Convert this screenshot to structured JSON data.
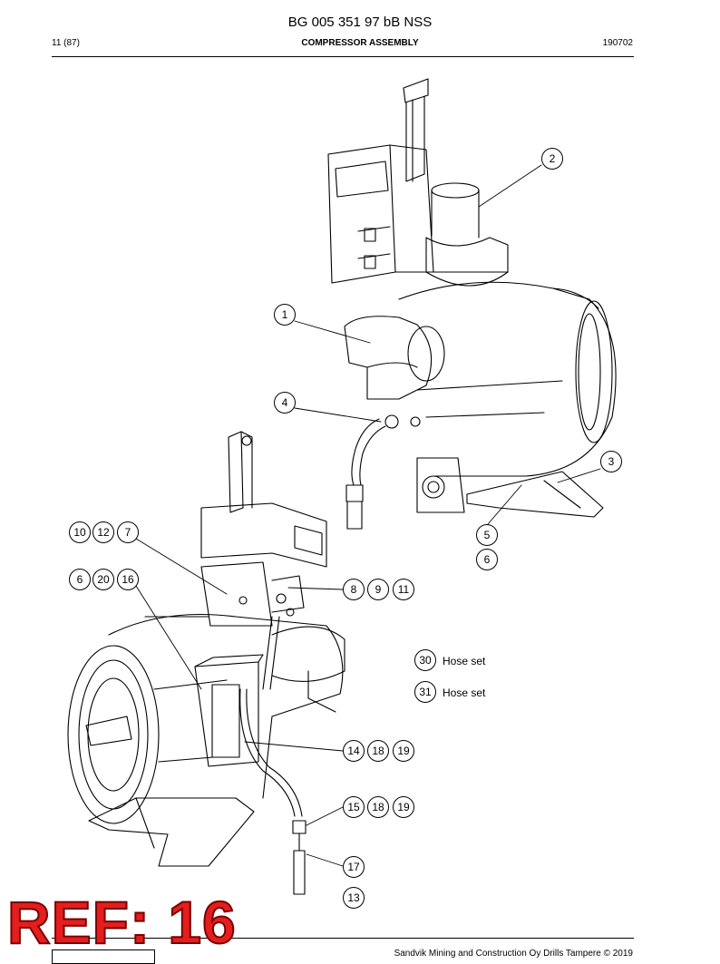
{
  "header": {
    "doc_title": "BG 005 351 97 bB NSS",
    "page": "11 (87)",
    "section": "COMPRESSOR ASSEMBLY",
    "date": "190702"
  },
  "footer": {
    "text": "Sandvik Mining and Construction Oy Drills Tampere © 2019"
  },
  "stamp": {
    "text": "REF: 16",
    "color": "#e41e1e"
  },
  "callouts": {
    "c1": "1",
    "c2": "2",
    "c3": "3",
    "c4": "4",
    "c5": "5",
    "c6a": "6",
    "c10": "10",
    "c12": "12",
    "c7": "7",
    "c6b": "6",
    "c20": "20",
    "c16": "16",
    "c8": "8",
    "c9": "9",
    "c11": "11",
    "c14": "14",
    "c18a": "18",
    "c19a": "19",
    "c15": "15",
    "c18b": "18",
    "c19b": "19",
    "c17": "17",
    "c13": "13",
    "c30": "30",
    "c31": "31"
  },
  "legend": {
    "hose_set_30": "Hose set",
    "hose_set_31": "Hose set"
  }
}
